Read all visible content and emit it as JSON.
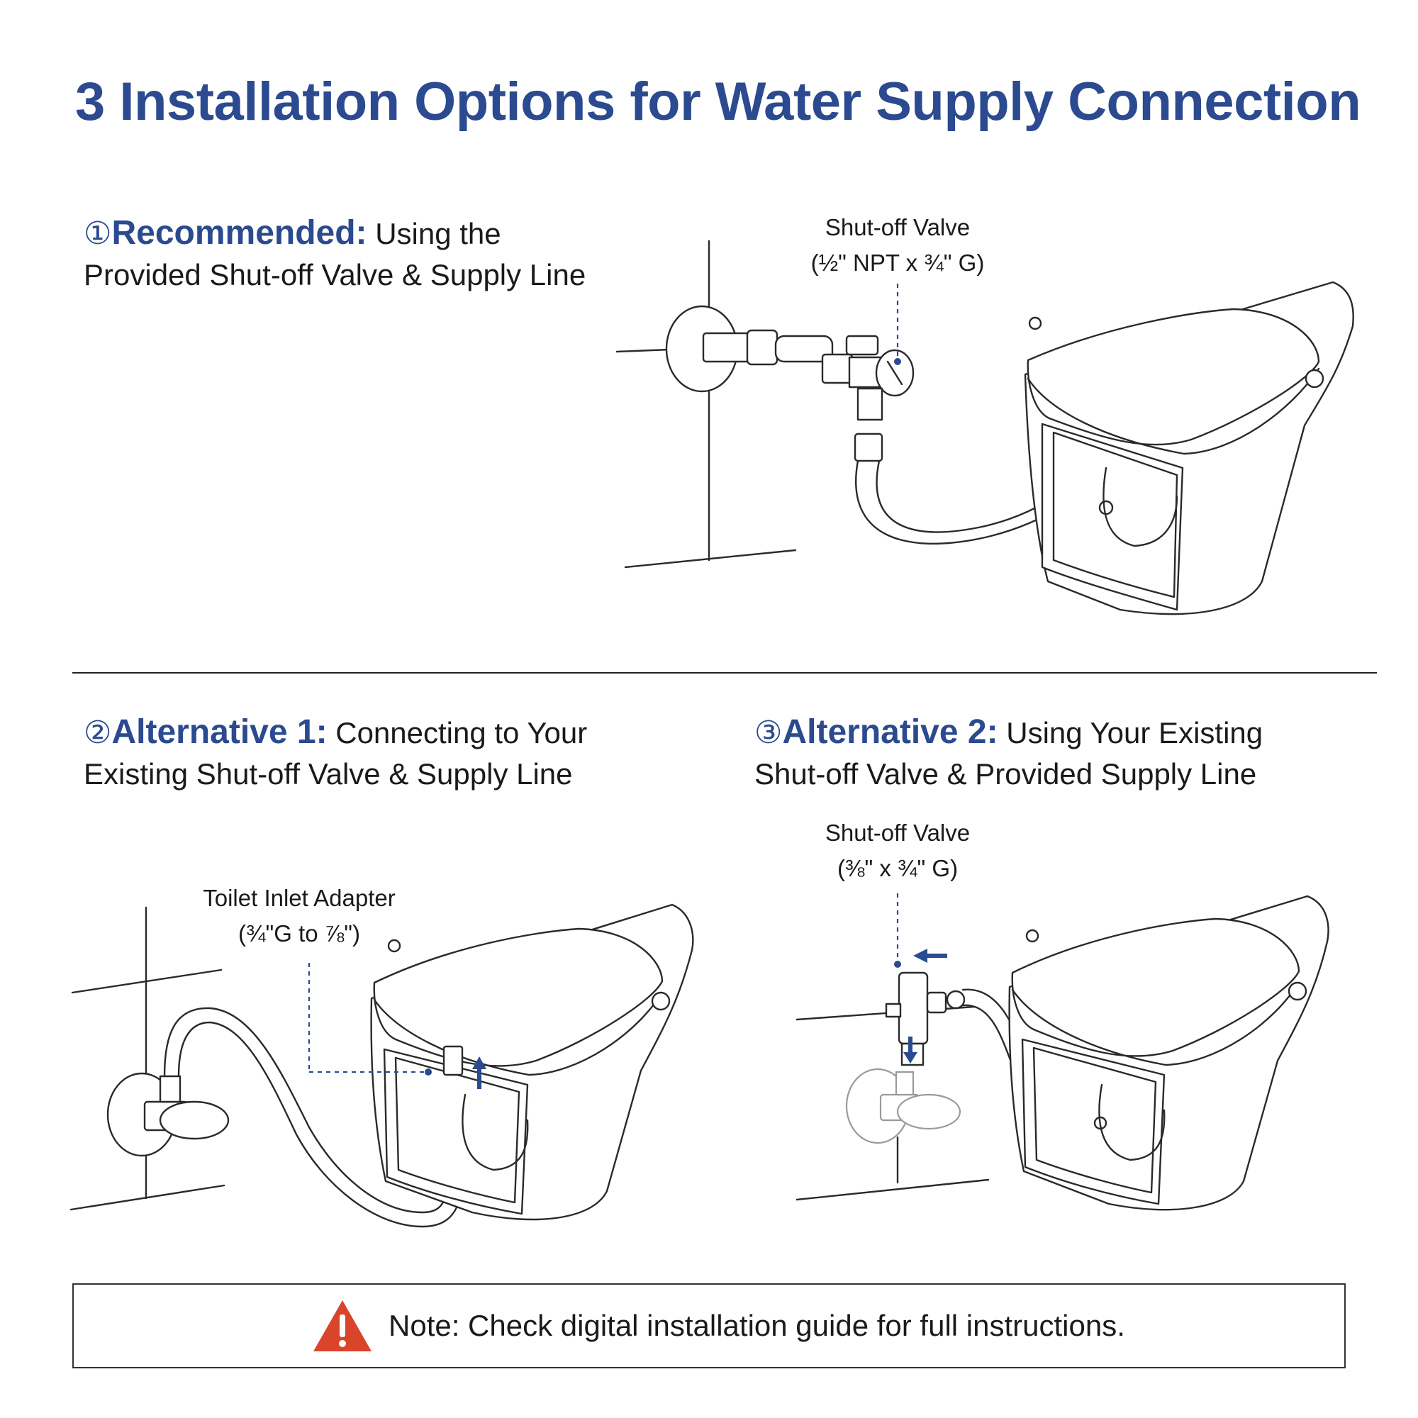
{
  "title": "3 Installation Options for Water Supply Connection",
  "options": [
    {
      "number": "①",
      "lead": "Recommended:",
      "text_line1": " Using the",
      "text_line2": "Provided Shut-off Valve & Supply Line",
      "callout": {
        "line1": "Shut-off Valve",
        "line2": "(½\" NPT x ¾\" G)"
      }
    },
    {
      "number": "②",
      "lead": "Alternative 1:",
      "text_line1": " Connecting to Your",
      "text_line2": "Existing Shut-off Valve & Supply Line",
      "callout": {
        "line1": "Toilet Inlet Adapter",
        "line2": "(¾\"G to ⅞\")"
      }
    },
    {
      "number": "③",
      "lead": "Alternative 2:",
      "text_line1": " Using Your Existing",
      "text_line2": "Shut-off Valve & Provided Supply Line",
      "callout": {
        "line1": "Shut-off Valve",
        "line2": "(⅜\" x ¾\" G)"
      }
    }
  ],
  "note": {
    "icon": "warning-triangle-icon",
    "icon_color": "#d9452b",
    "text": "Note: Check digital installation guide for full instructions."
  },
  "colors": {
    "accent": "#2b4a8f",
    "text": "#1a1a1a"
  }
}
